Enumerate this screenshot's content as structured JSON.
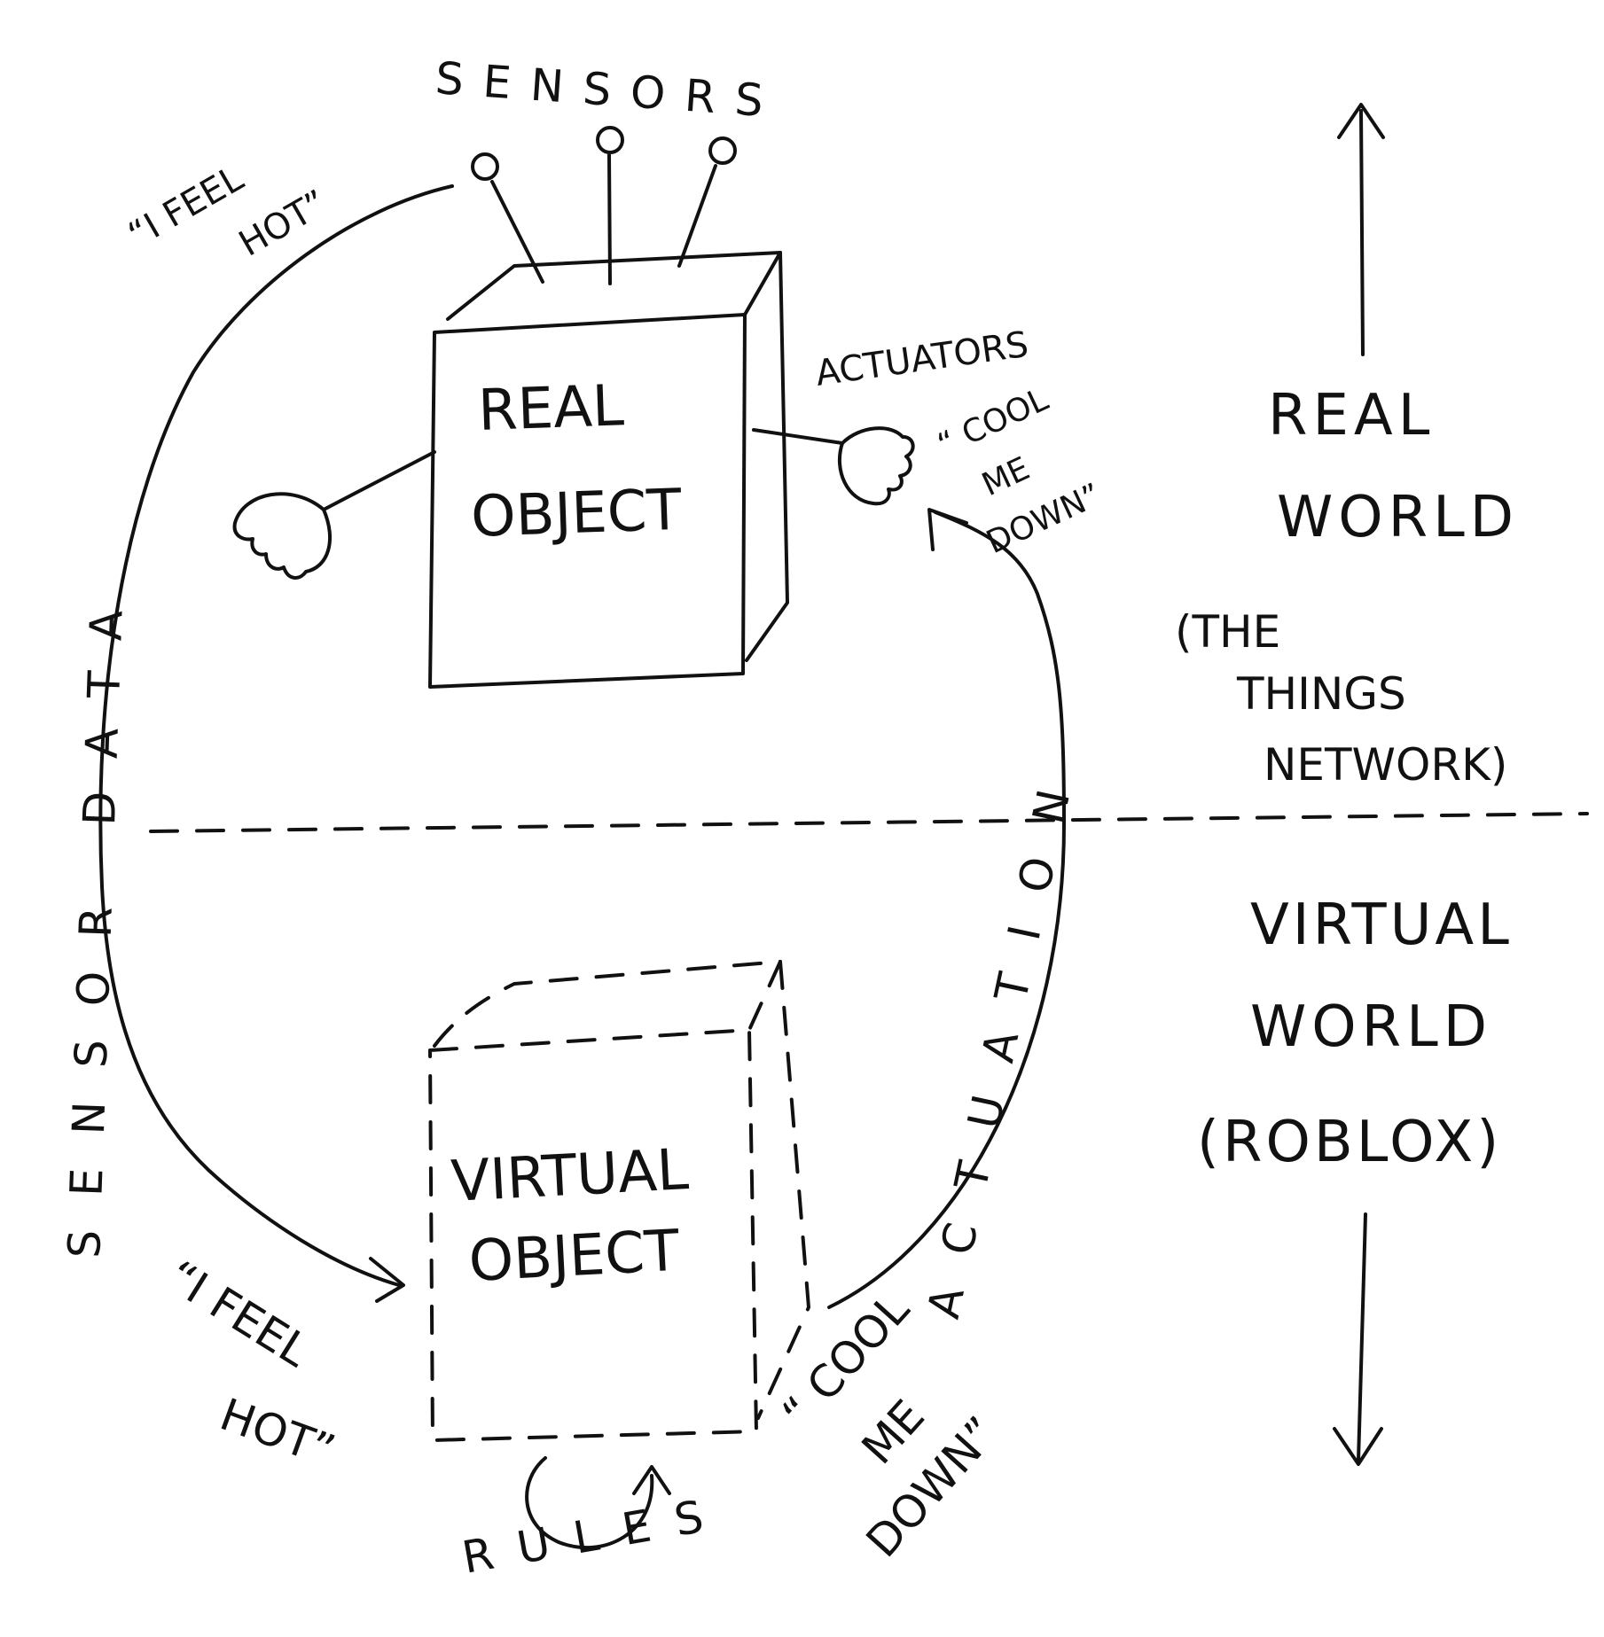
{
  "colors": {
    "ink": "#111111",
    "paper": "#ffffff"
  },
  "labels": {
    "sensors": "SENSORS",
    "actuators": "ACTUATORS",
    "real_object": [
      "REAL",
      "OBJECT"
    ],
    "virtual_object": [
      "VIRTUAL",
      "OBJECT"
    ],
    "sensor_data": "SENSOR DATA",
    "actuation": "ACTUATION",
    "rules": "RULES",
    "i_feel_hot_top": [
      "“I FEEL",
      "HOT”"
    ],
    "i_feel_hot_bottom": [
      "“I FEEL",
      "HOT”"
    ],
    "cool_me_down_top": [
      "“ COOL",
      "ME",
      "DOWN”"
    ],
    "cool_me_down_bottom": [
      "“ COOL",
      "ME",
      "DOWN”"
    ]
  },
  "worlds": {
    "real": [
      "REAL",
      "WORLD",
      "(THE",
      "THINGS",
      "NETWORK)"
    ],
    "virtual": [
      "VIRTUAL",
      "WORLD",
      "(ROBLOX)"
    ]
  },
  "icons": {
    "sensor": "sensor-probe-icon",
    "hand": "hand-icon",
    "up_arrow": "arrow-up-icon",
    "down_arrow": "arrow-down-icon",
    "rules_loop": "rotate-arrows-icon"
  }
}
